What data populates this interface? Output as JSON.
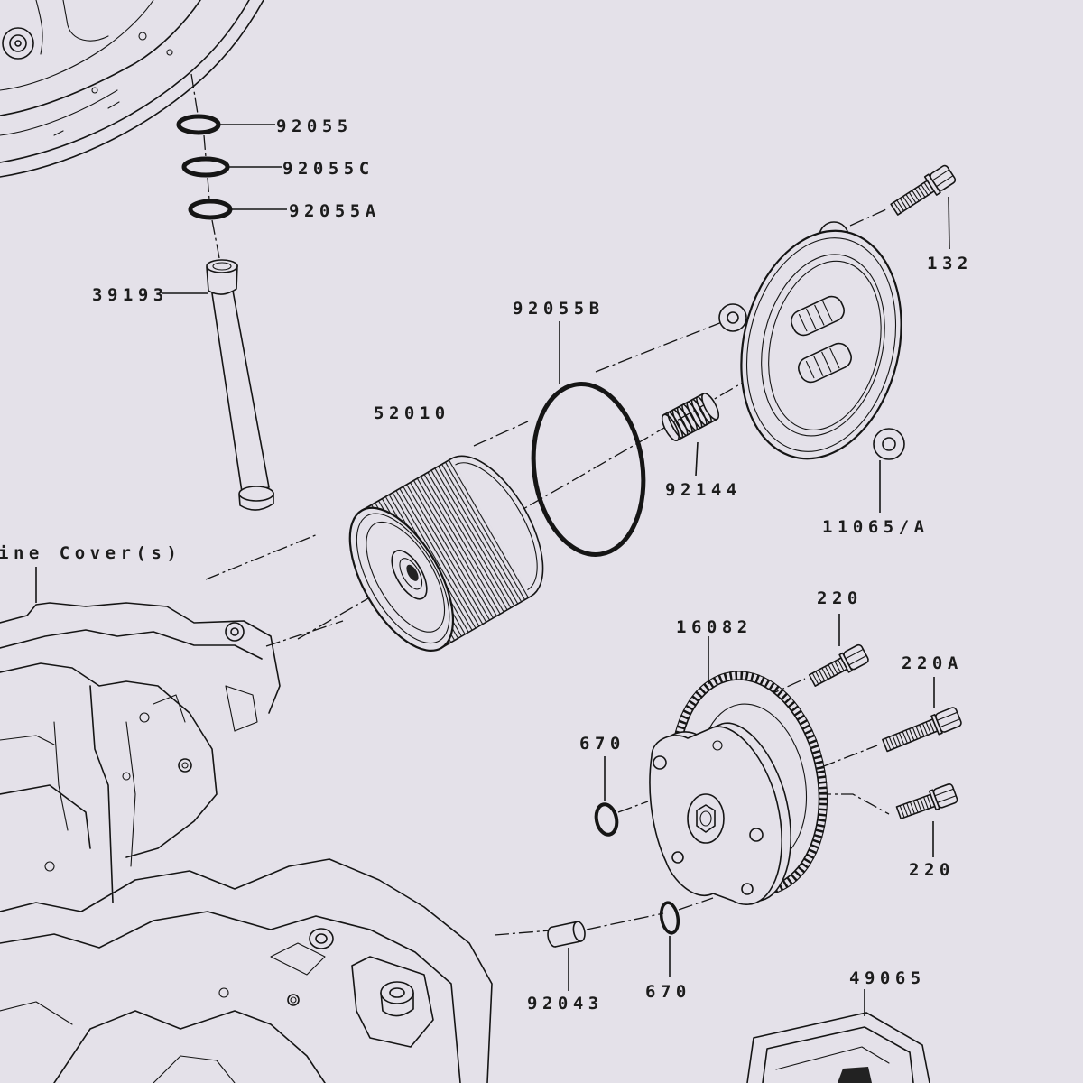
{
  "diagram": {
    "callouts": {
      "c92055": "92055",
      "c92055c": "92055C",
      "c92055a": "92055A",
      "c39193": "39193",
      "c92055b": "92055B",
      "c132": "132",
      "c52010": "52010",
      "c92144": "92144",
      "c11065a": "11065/A",
      "engine_cover": "ine Cover(s)",
      "c220_top": "220",
      "c16082": "16082",
      "c220a": "220A",
      "c670_upper": "670",
      "c220_bottom": "220",
      "c92043": "92043",
      "c670_lower": "670",
      "c49065": "49065"
    }
  },
  "colors": {
    "screen_background": "#e4e1e9",
    "line_art": "#151515",
    "label_text": "#1c1c1c"
  }
}
